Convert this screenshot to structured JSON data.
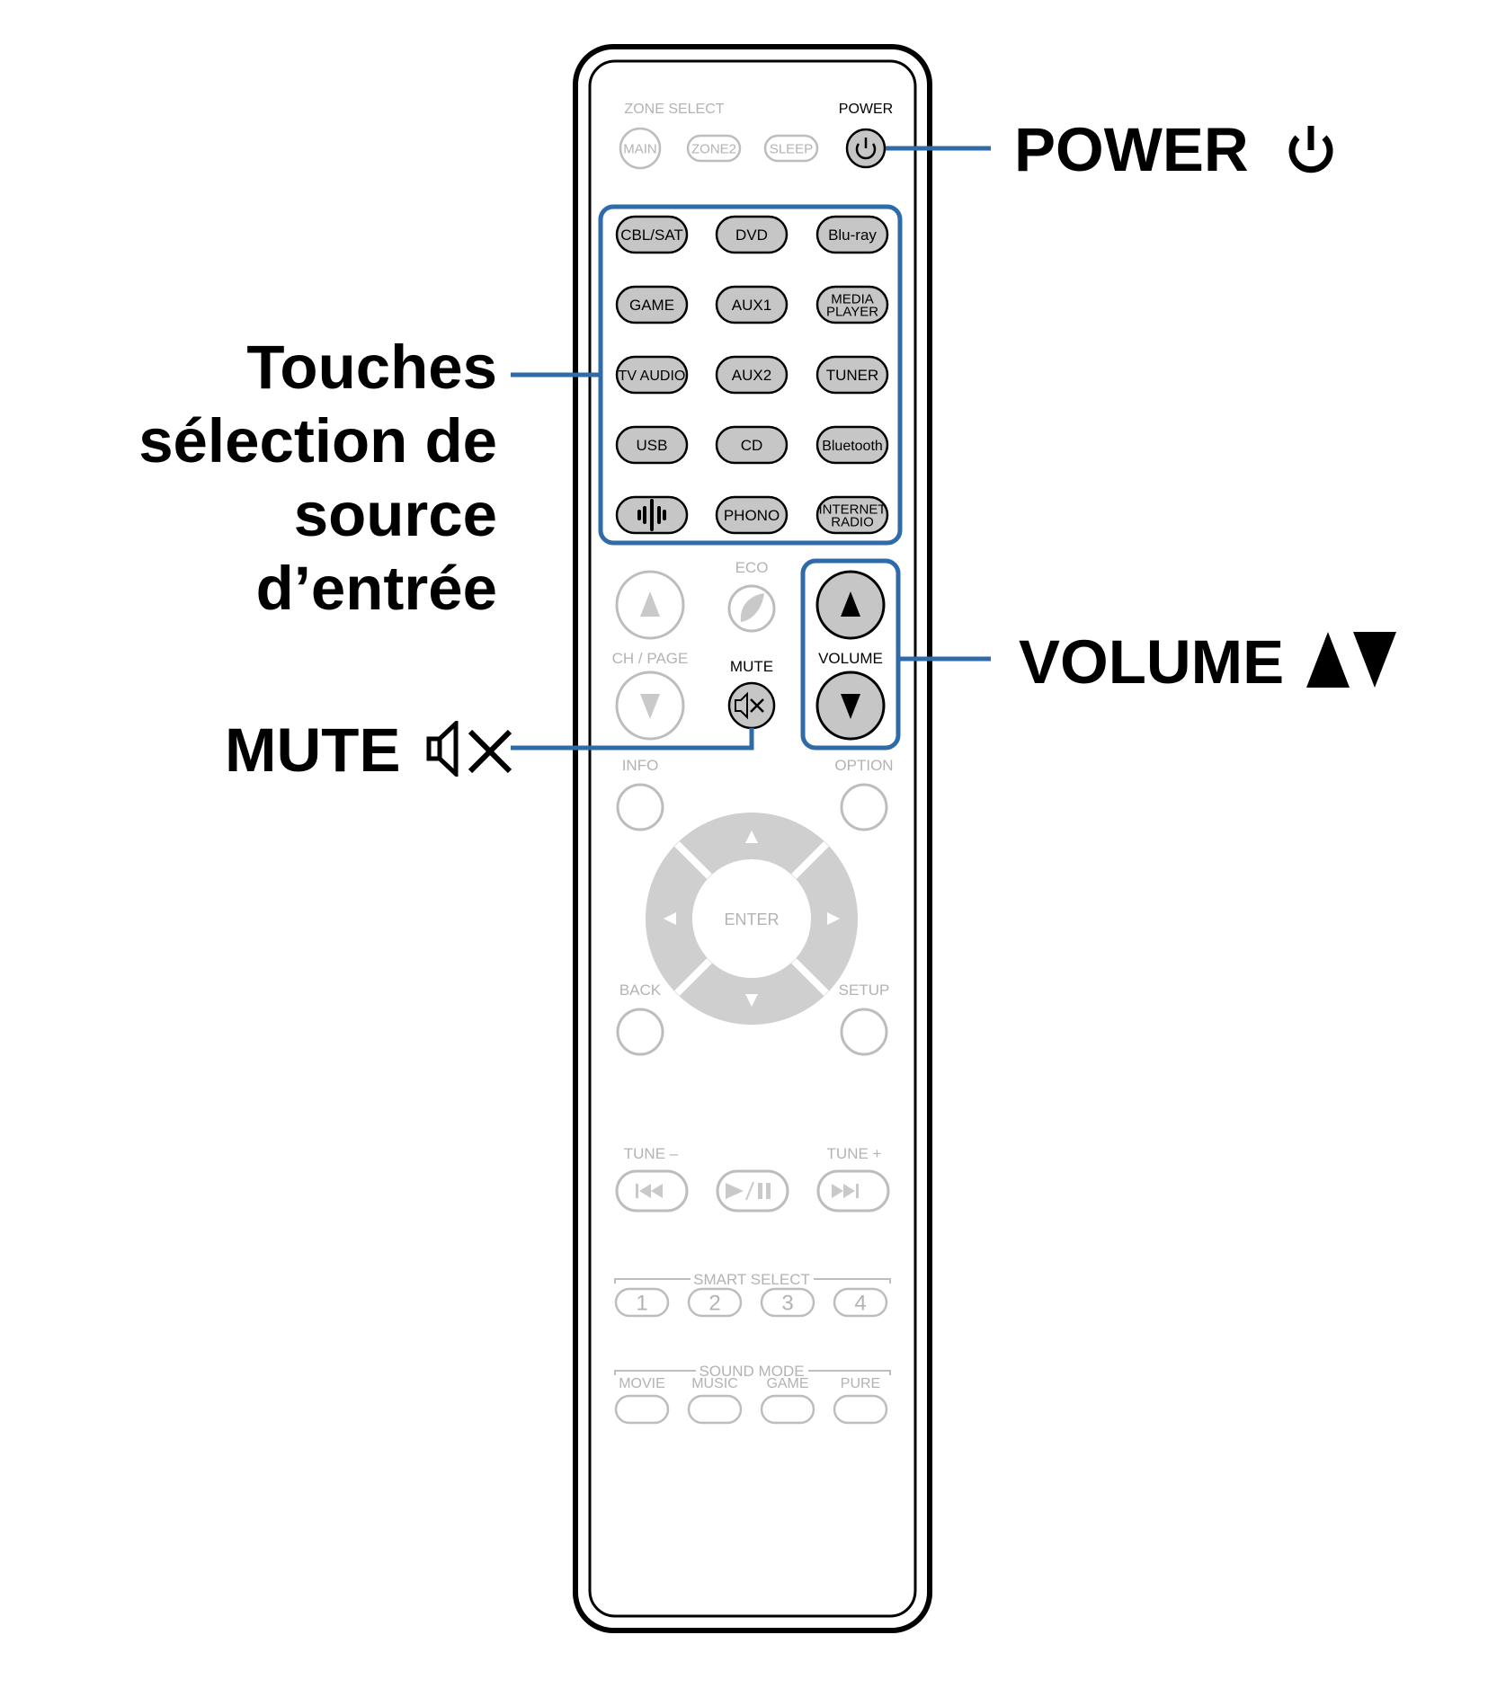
{
  "callouts": {
    "power": "POWER",
    "source_lines": [
      "Touches",
      "sélection de",
      "source",
      "d’entrée"
    ],
    "volume": "VOLUME",
    "mute": "MUTE"
  },
  "remote": {
    "zone_select": "ZONE SELECT",
    "power_label": "POWER",
    "zone_buttons": [
      "MAIN",
      "ZONE2",
      "SLEEP"
    ],
    "source_buttons": [
      [
        "CBL/SAT",
        "DVD",
        "Blu-ray"
      ],
      [
        "GAME",
        "AUX1",
        "MEDIA|PLAYER"
      ],
      [
        "TV AUDIO",
        "AUX2",
        "TUNER"
      ],
      [
        "USB",
        "CD",
        "Bluetooth"
      ],
      [
        "HEOS",
        "PHONO",
        "INTERNET|RADIO"
      ]
    ],
    "eco": "ECO",
    "ch_page": "CH / PAGE",
    "mute_label": "MUTE",
    "volume_label": "VOLUME",
    "info": "INFO",
    "option": "OPTION",
    "enter": "ENTER",
    "back": "BACK",
    "setup": "SETUP",
    "tune_minus": "TUNE –",
    "tune_plus": "TUNE +",
    "smart_select": "SMART SELECT",
    "smart_buttons": [
      "1",
      "2",
      "3",
      "4"
    ],
    "sound_mode": "SOUND MODE",
    "sound_modes": [
      "MOVIE",
      "MUSIC",
      "GAME",
      "PURE"
    ]
  },
  "colors": {
    "highlight": "#2f6aa9",
    "active_button_fill": "#c6c6c6",
    "inactive_stroke": "#bdbdbd",
    "inactive_text": "#b3b3b3",
    "body_stroke": "#000000"
  },
  "icons": [
    "power-icon",
    "mute-icon",
    "volume-up-icon",
    "volume-down-icon",
    "heos-icon",
    "eco-leaf-icon",
    "skip-back-icon",
    "play-pause-icon",
    "skip-forward-icon"
  ]
}
